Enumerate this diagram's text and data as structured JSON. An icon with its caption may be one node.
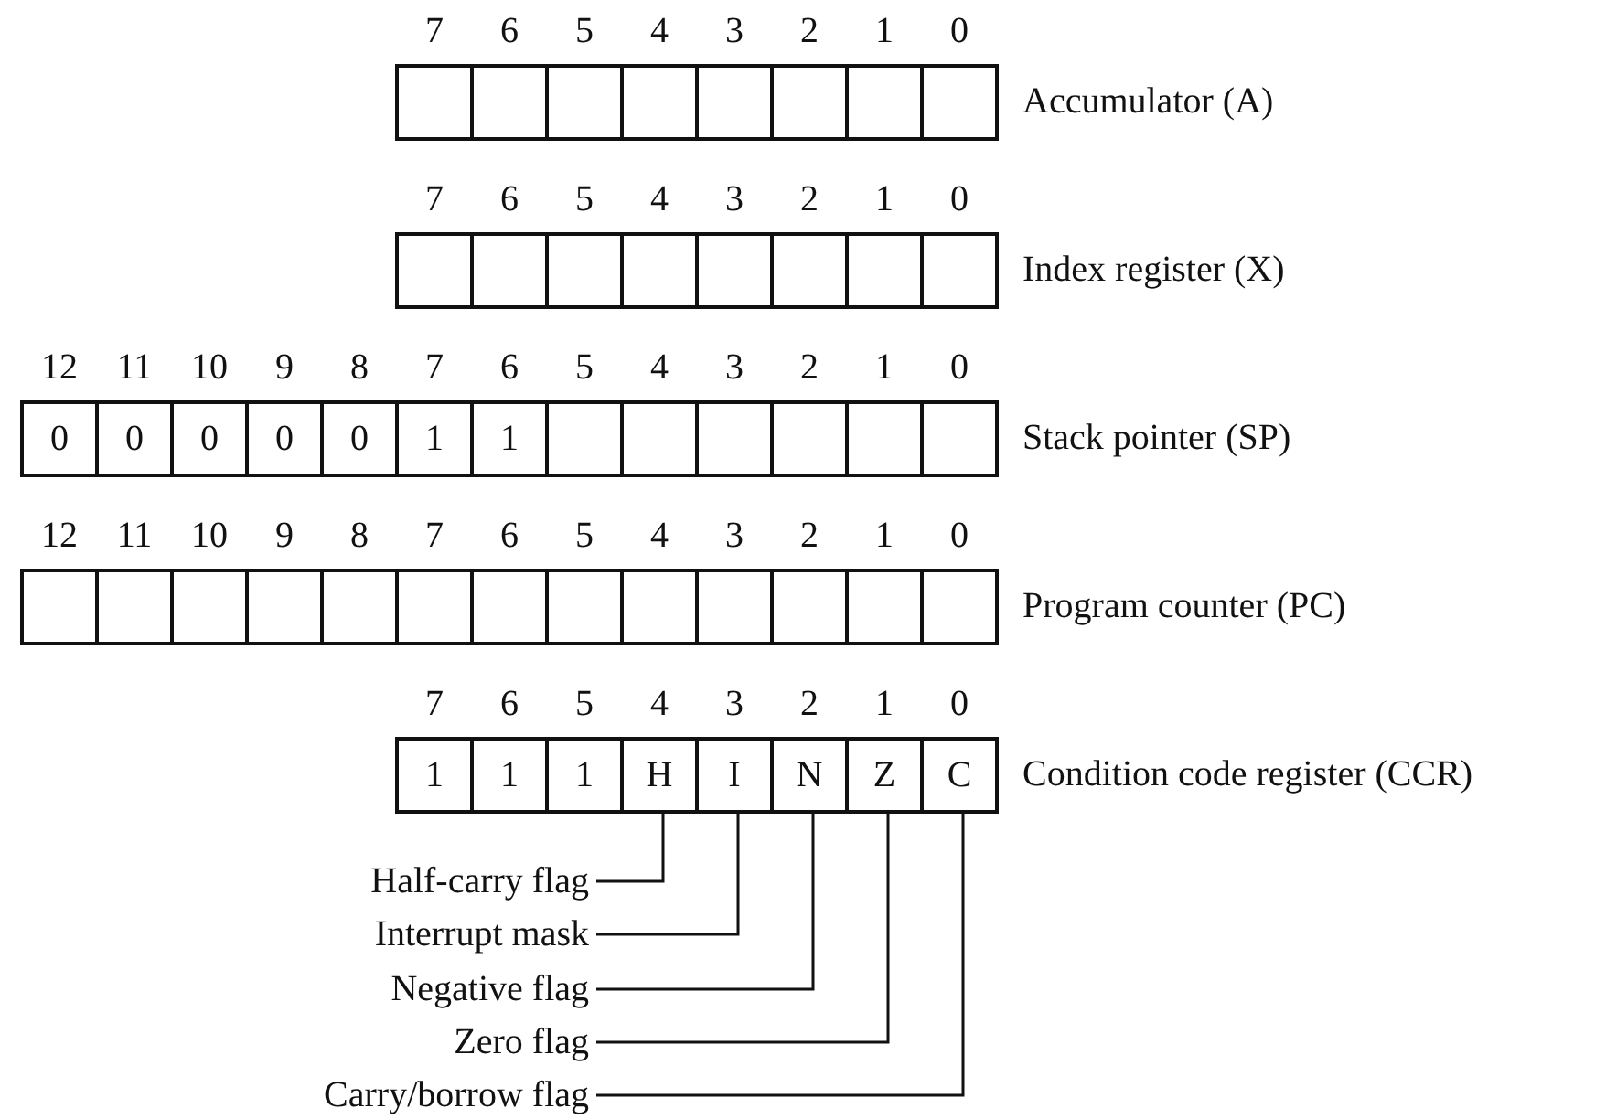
{
  "diagram": {
    "nodes": [
      {
        "text": [],
        "shape": "box",
        "beside": [
          "Accumulator (A)"
        ]
      },
      {
        "text": [],
        "shape": "box",
        "beside": [
          "7"
        ],
        "in": 0
      },
      {
        "text": [],
        "shape": "box",
        "beside": [
          "6"
        ],
        "in": 0
      },
      {
        "text": [],
        "shape": "box",
        "beside": [
          "5"
        ],
        "in": 0
      },
      {
        "text": [],
        "shape": "box",
        "beside": [
          "4"
        ],
        "in": 0
      },
      {
        "text": [],
        "shape": "box",
        "beside": [
          "3"
        ],
        "in": 0
      },
      {
        "text": [],
        "shape": "box",
        "beside": [
          "2"
        ],
        "in": 0
      },
      {
        "text": [],
        "shape": "box",
        "beside": [
          "1"
        ],
        "in": 0
      },
      {
        "text": [],
        "shape": "box",
        "beside": [
          "0"
        ],
        "in": 0
      },
      {
        "text": [],
        "shape": "box",
        "beside": [
          "Index register (X)"
        ]
      },
      {
        "text": [],
        "shape": "box",
        "beside": [
          "7"
        ],
        "in": 9
      },
      {
        "text": [],
        "shape": "box",
        "beside": [
          "6"
        ],
        "in": 9
      },
      {
        "text": [],
        "shape": "box",
        "beside": [
          "5"
        ],
        "in": 9
      },
      {
        "text": [],
        "shape": "box",
        "beside": [
          "4"
        ],
        "in": 9
      },
      {
        "text": [],
        "shape": "box",
        "beside": [
          "3"
        ],
        "in": 9
      },
      {
        "text": [],
        "shape": "box",
        "beside": [
          "2"
        ],
        "in": 9
      },
      {
        "text": [],
        "shape": "box",
        "beside": [
          "1"
        ],
        "in": 9
      },
      {
        "text": [],
        "shape": "box",
        "beside": [
          "0"
        ],
        "in": 9
      },
      {
        "text": [],
        "shape": "box",
        "beside": [
          "Stack pointer (SP)"
        ]
      },
      {
        "text": [
          "0"
        ],
        "beside": [
          "12"
        ],
        "in": 18
      },
      {
        "text": [
          "0"
        ],
        "beside": [
          "11"
        ],
        "in": 18
      },
      {
        "text": [
          "0"
        ],
        "beside": [
          "10"
        ],
        "in": 18
      },
      {
        "text": [
          "0"
        ],
        "beside": [
          "9"
        ],
        "in": 18
      },
      {
        "text": [
          "0"
        ],
        "beside": [
          "8"
        ],
        "in": 18
      },
      {
        "text": [
          "1"
        ],
        "beside": [
          "7"
        ],
        "in": 18
      },
      {
        "text": [
          "1"
        ],
        "beside": [
          "6"
        ],
        "in": 18
      },
      {
        "text": [],
        "shape": "box",
        "beside": [
          "5"
        ],
        "in": 18
      },
      {
        "text": [],
        "shape": "box",
        "beside": [
          "4"
        ],
        "in": 18
      },
      {
        "text": [],
        "shape": "box",
        "beside": [
          "3"
        ],
        "in": 18
      },
      {
        "text": [],
        "shape": "box",
        "beside": [
          "2"
        ],
        "in": 18
      },
      {
        "text": [],
        "shape": "box",
        "beside": [
          "1"
        ],
        "in": 18
      },
      {
        "text": [],
        "shape": "box",
        "beside": [
          "0"
        ],
        "in": 18
      },
      {
        "text": [],
        "shape": "box",
        "beside": [
          "Program counter (PC)"
        ]
      },
      {
        "text": [],
        "shape": "box",
        "beside": [
          "12"
        ],
        "in": 32
      },
      {
        "text": [],
        "shape": "box",
        "beside": [
          "11"
        ],
        "in": 32
      },
      {
        "text": [],
        "shape": "box",
        "beside": [
          "10"
        ],
        "in": 32
      },
      {
        "text": [],
        "shape": "box",
        "beside": [
          "9"
        ],
        "in": 32
      },
      {
        "text": [],
        "shape": "box",
        "beside": [
          "8"
        ],
        "in": 32
      },
      {
        "text": [],
        "shape": "box",
        "beside": [
          "7"
        ],
        "in": 32
      },
      {
        "text": [],
        "shape": "box",
        "beside": [
          "6"
        ],
        "in": 32
      },
      {
        "text": [],
        "shape": "box",
        "beside": [
          "5"
        ],
        "in": 32
      },
      {
        "text": [],
        "shape": "box",
        "beside": [
          "4"
        ],
        "in": 32
      },
      {
        "text": [],
        "shape": "box",
        "beside": [
          "3"
        ],
        "in": 32
      },
      {
        "text": [],
        "shape": "box",
        "beside": [
          "2"
        ],
        "in": 32
      },
      {
        "text": [],
        "shape": "box",
        "beside": [
          "1"
        ],
        "in": 32
      },
      {
        "text": [],
        "shape": "box",
        "beside": [
          "0"
        ],
        "in": 32
      },
      {
        "text": [],
        "shape": "box",
        "beside": [
          "Condition code register (CCR)"
        ]
      },
      {
        "text": [
          "1"
        ],
        "beside": [
          "7"
        ],
        "in": 46
      },
      {
        "text": [
          "1"
        ],
        "beside": [
          "6"
        ],
        "in": 46
      },
      {
        "text": [
          "1"
        ],
        "beside": [
          "5"
        ],
        "in": 46
      },
      {
        "text": [
          "H"
        ],
        "beside": [
          "4"
        ],
        "in": 46
      },
      {
        "text": [
          "I"
        ],
        "beside": [
          "3"
        ],
        "in": 46
      },
      {
        "text": [
          "N"
        ],
        "beside": [
          "2"
        ],
        "in": 46
      },
      {
        "text": [
          "Z"
        ],
        "beside": [
          "1"
        ],
        "in": 46
      },
      {
        "text": [
          "C"
        ],
        "beside": [
          "0"
        ],
        "in": 46
      },
      {
        "text": [
          "Half-carry flag"
        ]
      },
      {
        "text": [
          "Interrupt mask"
        ]
      },
      {
        "text": [
          "Negative flag"
        ]
      },
      {
        "text": [
          "Zero flag"
        ]
      },
      {
        "text": [
          "Carry/borrow flag"
        ]
      }
    ],
    "edges": [
      {
        "from": 55,
        "to": 50,
        "arrow": "none"
      },
      {
        "from": 56,
        "to": 51,
        "arrow": "none"
      },
      {
        "from": 57,
        "to": 52,
        "arrow": "none"
      },
      {
        "from": 58,
        "to": 53,
        "arrow": "none"
      },
      {
        "from": 59,
        "to": 54,
        "arrow": "none"
      }
    ]
  }
}
